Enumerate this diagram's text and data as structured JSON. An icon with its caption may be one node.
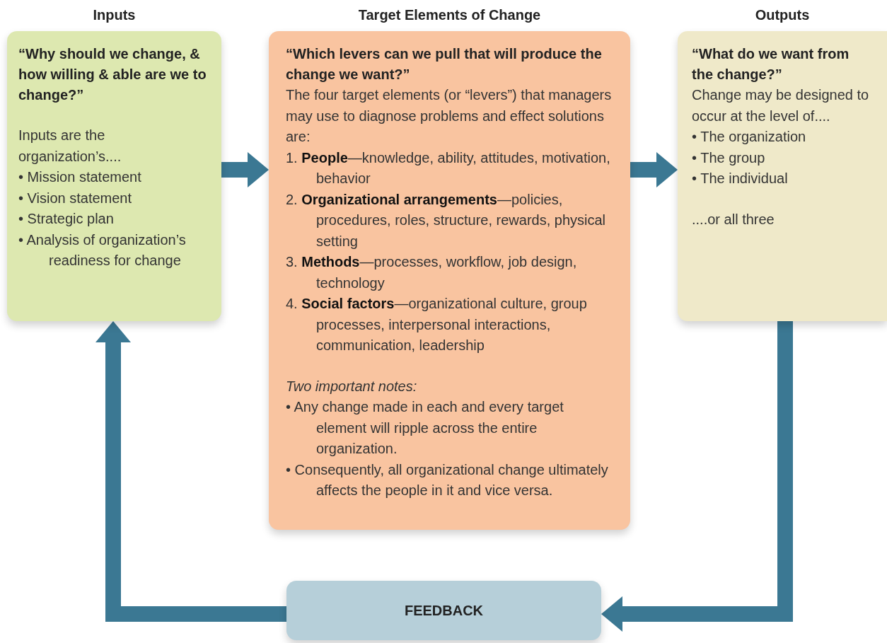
{
  "diagram": {
    "nodes": [
      {
        "text": [
          "Inputs",
          "“Why should we change, & how willing & able are we to change?”",
          "Inputs are the organization’s....",
          "• Mission statement",
          "• Vision statement",
          "• Strategic plan",
          "• Analysis of organization’s readiness for change"
        ]
      },
      {
        "text": [
          "Target Elements of Change",
          "“Which levers can we pull that will produce the change we want?”",
          "The four target elements (or “levers”) that managers may use to diagnose problems and effect solutions are:",
          "1. **People**—knowledge, ability, attitudes, motivation, behavior",
          "2. **Organizational arrangements**—policies, procedures, roles, structure, rewards, physical setting",
          "3. **Methods**—processes, workflow, job design, technology",
          "4. **Social factors**—organizational culture, group processes, interpersonal interactions, communication, leadership",
          "Two important notes:",
          "• Any change made in each and every target element will ripple across the entire organization.",
          "• Consequently, all organizational change ultimately affects the people in it and vice versa."
        ]
      },
      {
        "text": [
          "Outputs",
          "“What do we want from the change?”",
          "Change may be designed to occur at the level of....",
          "• The organization",
          "• The group",
          "• The individual",
          "....or all three"
        ]
      },
      {
        "text": [
          "FEEDBACK"
        ]
      }
    ],
    "edges": [
      {
        "from": 0,
        "to": 1,
        "arrow": "to"
      },
      {
        "from": 1,
        "to": 2,
        "arrow": "to"
      },
      {
        "from": 2,
        "to": 3,
        "arrow": "to"
      },
      {
        "from": 3,
        "to": 0,
        "arrow": "to"
      }
    ]
  }
}
